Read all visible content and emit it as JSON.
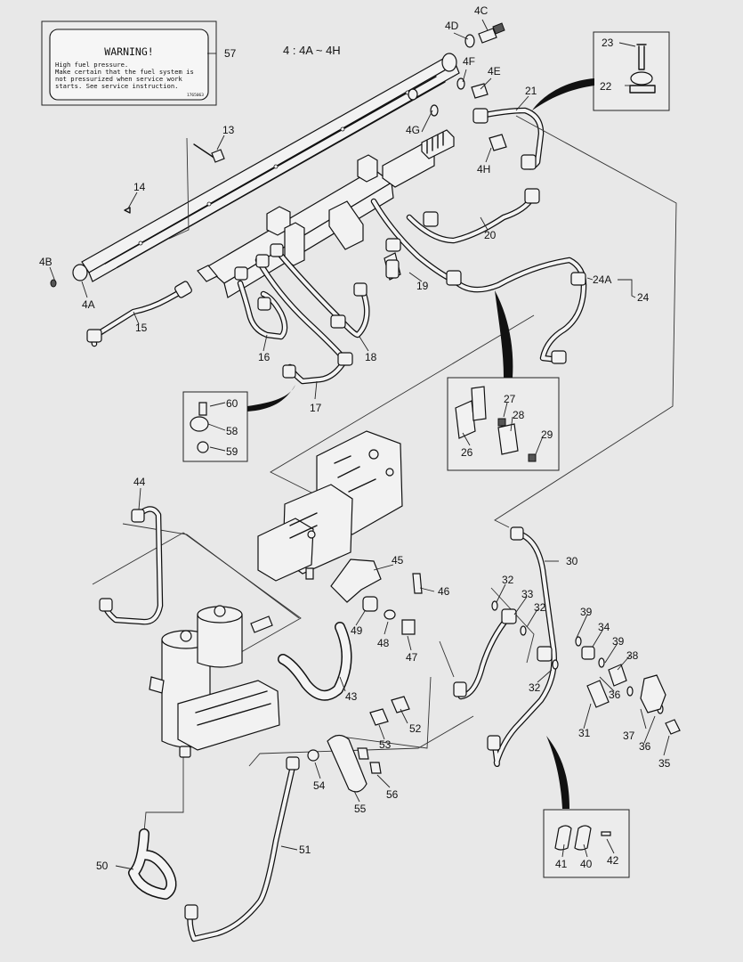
{
  "diagram": {
    "view_note": "4 : 4A ~ 4H",
    "warning_label": {
      "title": "WARNING!",
      "lines": [
        "High fuel pressure.",
        "Make certain that the fuel system is",
        "not pressurized when service work",
        "starts. See service instruction."
      ],
      "code": "1765063"
    },
    "callouts": [
      "57",
      "4C",
      "4D",
      "4F",
      "4E",
      "21",
      "23",
      "22",
      "13",
      "14",
      "4G",
      "4H",
      "4B",
      "4A",
      "20",
      "24A",
      "24",
      "15",
      "19",
      "16",
      "18",
      "17",
      "60",
      "58",
      "59",
      "27",
      "28",
      "29",
      "26",
      "44",
      "45",
      "46",
      "30",
      "32",
      "33",
      "39",
      "34",
      "49",
      "48",
      "47",
      "38",
      "43",
      "36",
      "37",
      "31",
      "35",
      "53",
      "52",
      "54",
      "56",
      "55",
      "51",
      "50",
      "41",
      "40",
      "42"
    ]
  }
}
